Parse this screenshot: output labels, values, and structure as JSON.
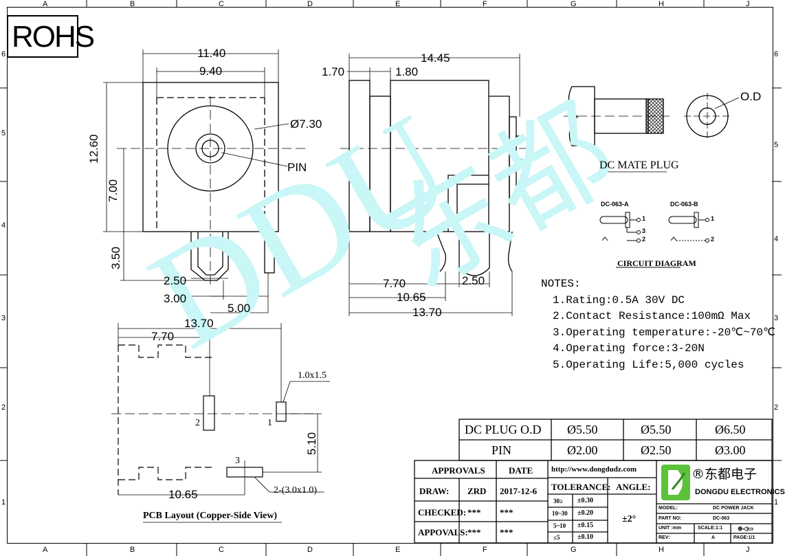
{
  "rohs": "ROHS",
  "grid": {
    "columns": [
      "A",
      "B",
      "C",
      "D",
      "E",
      "F",
      "G",
      "H",
      "J"
    ],
    "rows": [
      "6",
      "5",
      "4",
      "3",
      "2",
      "1"
    ]
  },
  "watermark": {
    "text_latin": "DDU",
    "text_cn": "东都"
  },
  "front_view": {
    "dims": {
      "w_outer": "11.40",
      "w_inner": "9.40",
      "dia_body": "Ø7.30",
      "h_total": "12.60",
      "h_center": "7.00",
      "h_pin": "3.50",
      "pin_w": "2.50",
      "pin_gap": "3.00",
      "pin_pitch": "5.00",
      "pin_label": "PIN"
    }
  },
  "side_view": {
    "dims": {
      "len_total": "14.45",
      "seg1": "1.70",
      "seg2": "1.80",
      "d770": "7.70",
      "d250": "2.50",
      "d1065": "10.65",
      "d1370": "13.70"
    }
  },
  "mate_plug": {
    "title": "DC MATE PLUG",
    "od_label": "O.D"
  },
  "circuit": {
    "title": "CIRCUIT DIAGRAM",
    "a_label": "DC-063-A",
    "b_label": "DC-063-B",
    "pin1": "1",
    "pin2": "2",
    "pin3": "3"
  },
  "notes": {
    "title": "NOTES:",
    "items": [
      "1.Rating:0.5A 30V DC",
      "2.Contact Resistance:100mΩ Max",
      "3.Operating temperature:-20℃~70℃",
      "4.Operating force:3-20N",
      "5.Operating Life:5,000 cycles"
    ]
  },
  "pcb": {
    "title": "PCB Layout (Copper-Side View)",
    "dims": {
      "d1370": "13.70",
      "d770": "7.70",
      "d1065": "10.65",
      "d510": "5.10",
      "pad_small": "1.0x1.5",
      "pad_large": "2-(3.0x1.0)",
      "pad1": "1",
      "pad2": "2",
      "pad3": "3"
    }
  },
  "plug_table": {
    "rows": [
      {
        "label": "DC PLUG O.D",
        "values": [
          "Ø5.50",
          "Ø5.50",
          "Ø6.50"
        ]
      },
      {
        "label": "PIN",
        "values": [
          "Ø2.00",
          "Ø2.50",
          "Ø3.00"
        ]
      }
    ]
  },
  "title_block": {
    "approvals_h": "APPROVALS",
    "date_h": "DATE",
    "draw": "DRAW:",
    "draw_name": "ZRD",
    "draw_date": "2017-12-6",
    "checked": "CHECKED:",
    "checked_name": "***",
    "checked_date": "***",
    "appovals": "APPOVALS:",
    "appovals_name": "***",
    "appovals_date": "***",
    "url": "http://www.dongdudz.com",
    "tolerance": "TOLERANCE:",
    "angle": "ANGLE:",
    "angle_val": "±2°",
    "tol_rows": [
      {
        "range": "30≥",
        "val": "±0.30"
      },
      {
        "range": "10~30",
        "val": "±0.20"
      },
      {
        "range": "5~10",
        "val": "±0.15"
      },
      {
        "range": "≤5",
        "val": "±0.10"
      }
    ],
    "company_cn": "®东都电子",
    "company_en": "DONGDU ELECTRONICS",
    "model_k": "MODEL:",
    "model_v": "DC POWER JACK",
    "part_k": "PART NO:",
    "part_v": "DC-063",
    "unit_k": "UNIT :mm",
    "scale_k": "SCALE:1:1",
    "rev_k": "REV:",
    "rev_v": "A",
    "page_k": "PAGE:1/1"
  }
}
